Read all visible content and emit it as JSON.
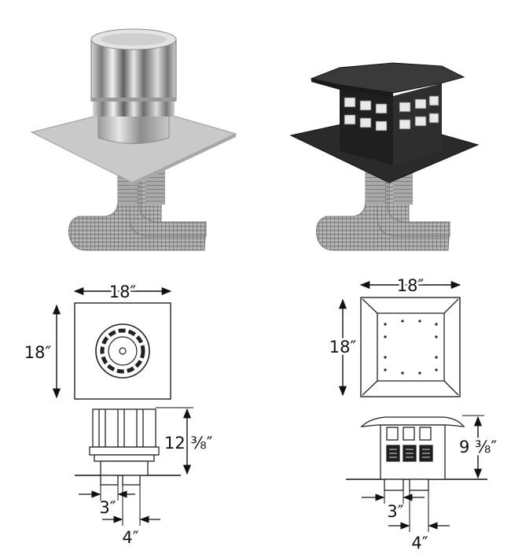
{
  "termination_a": {
    "plan_width_label": "18″",
    "plan_depth_label": "18″",
    "height_label": "12 ⅜″",
    "inner_pipe_label": "3″",
    "outer_pipe_label": "4″"
  },
  "termination_b": {
    "plan_width_label": "18″",
    "plan_depth_label": "18″",
    "height_label": "9 ⅜″",
    "inner_pipe_label": "3″",
    "outer_pipe_label": "4″"
  }
}
